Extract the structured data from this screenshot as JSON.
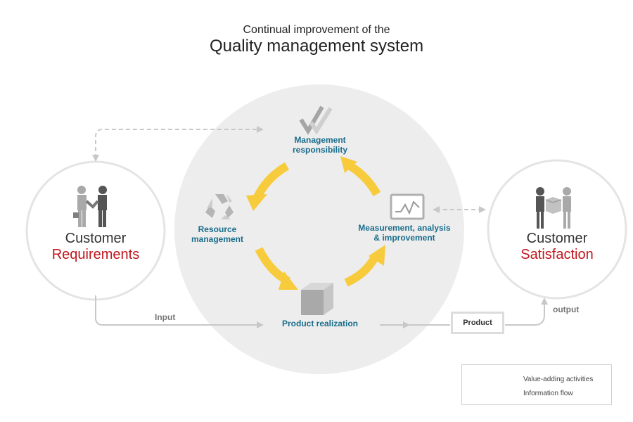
{
  "title": {
    "line1": "Continual improvement of the",
    "line2": "Quality management system"
  },
  "nodes": {
    "management": {
      "line1": "Management",
      "line2": "responsibility",
      "icon": "double-check-icon"
    },
    "resource": {
      "line1": "Resource",
      "line2": "management",
      "icon": "recycle-icon"
    },
    "measurement": {
      "line1": "Measurement, analysis",
      "line2": "& improvement",
      "icon": "monitor-chart-icon"
    },
    "product_realization": {
      "label": "Product realization",
      "icon": "box-icon"
    }
  },
  "customer_left": {
    "line1": "Customer",
    "line2": "Requirements",
    "icon": "handshake-people-icon"
  },
  "customer_right": {
    "line1": "Customer",
    "line2": "Satisfaction",
    "icon": "people-with-box-icon"
  },
  "flow": {
    "input_label": "Input",
    "output_label": "output",
    "product_label": "Product"
  },
  "legend": {
    "solid_label": "Value-adding activities",
    "dashed_label": "Information flow"
  },
  "colors": {
    "accent_yellow": "#f7cb3c",
    "teal_text": "#1a6d8c",
    "red_text": "#c0161d",
    "circle_fill": "#ededed",
    "line_gray": "#c8c8c8"
  }
}
